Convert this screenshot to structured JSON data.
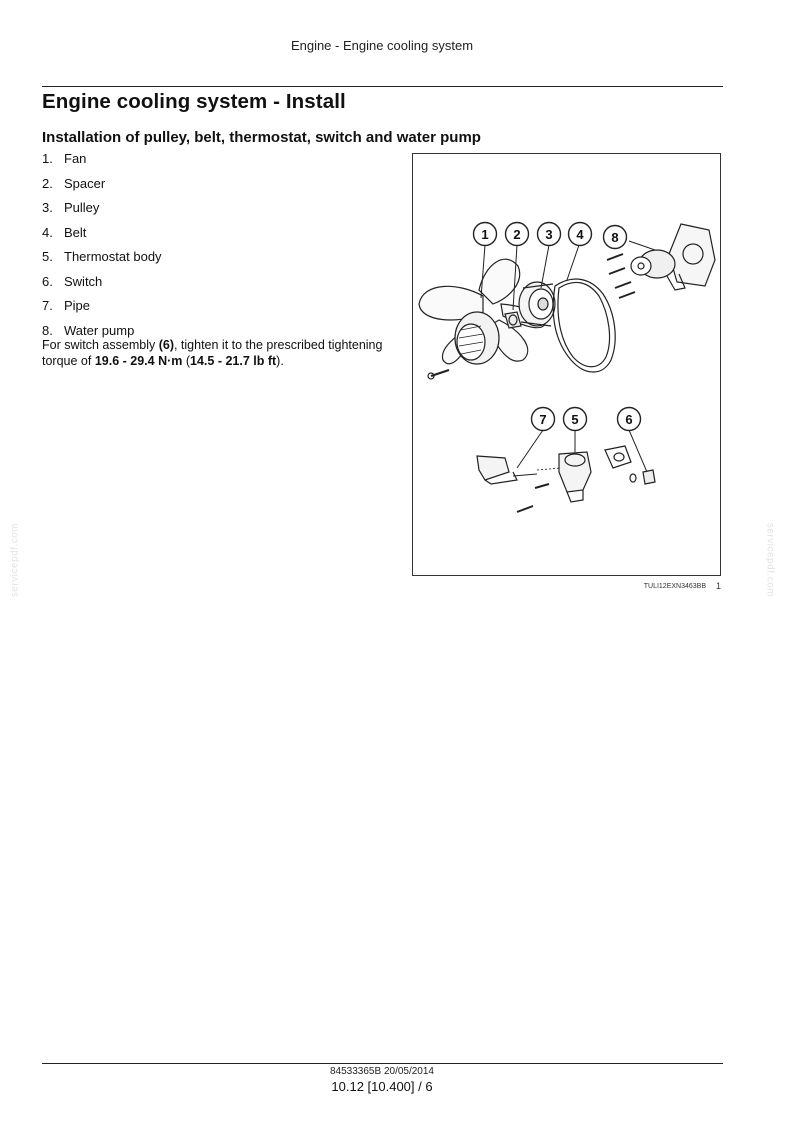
{
  "header": {
    "running_title": "Engine - Engine cooling system"
  },
  "page_title": "Engine cooling system - Install",
  "section_title": "Installation of pulley, belt, thermostat, switch and water pump",
  "parts": [
    {
      "num": "1.",
      "label": "Fan"
    },
    {
      "num": "2.",
      "label": "Spacer"
    },
    {
      "num": "3.",
      "label": "Pulley"
    },
    {
      "num": "4.",
      "label": "Belt"
    },
    {
      "num": "5.",
      "label": "Thermostat body"
    },
    {
      "num": "6.",
      "label": "Switch"
    },
    {
      "num": "7.",
      "label": "Pipe"
    },
    {
      "num": "8.",
      "label": "Water pump"
    }
  ],
  "instruction": {
    "prefix": "For switch assembly ",
    "ref": "(6)",
    "middle": ", tighten it to the prescribed tightening torque of ",
    "torque_metric": "19.6 - 29.4 N·m",
    "open_paren": " (",
    "torque_imperial": "14.5 - 21.7 lb ft",
    "suffix": ")."
  },
  "figure": {
    "callouts": [
      "1",
      "2",
      "3",
      "4",
      "8",
      "7",
      "5",
      "6"
    ],
    "caption_code": "TULI12EXN3463BB",
    "number": "1"
  },
  "watermark": "servicepdf.com",
  "footer": {
    "doc_ref": "84533365B 20/05/2014",
    "page_ref": "10.12 [10.400] / 6"
  }
}
